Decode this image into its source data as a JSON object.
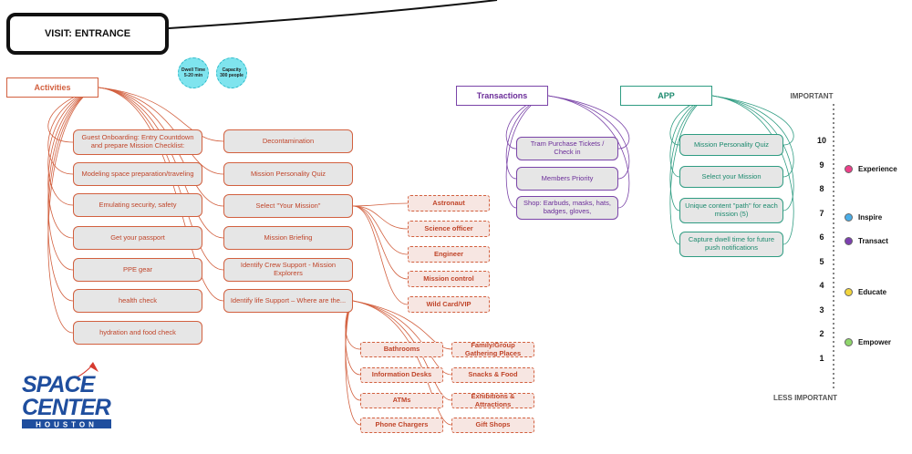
{
  "header": {
    "title": "VISIT: ENTRANCE"
  },
  "bubbles": {
    "dwell": {
      "label": "Dwell Time",
      "value": "5-20 min"
    },
    "capacity": {
      "label": "Capacity",
      "value": "300 people"
    }
  },
  "categories": {
    "activities": "Activities",
    "transactions": "Transactions",
    "app": "APP"
  },
  "activities_left": [
    "Guest Onboarding: Entry Countdown and prepare Mission Checklist:",
    "Modeling space preparation/traveling",
    "Emulating security, safety",
    "Get your passport",
    "PPE gear",
    "health check",
    "hydration and food check"
  ],
  "activities_right": [
    "Decontamination",
    "Mission Personality Quiz",
    "Select \"Your Mission\"",
    "Mission Briefing",
    "Identify Crew Support - Mission Explorers",
    "Identify life Support – Where are the..."
  ],
  "missions": [
    "Astronaut",
    "Science officer",
    "Engineer",
    "Mission control",
    "Wild Card/VIP"
  ],
  "life_support_left": [
    "Bathrooms",
    "Information Desks",
    "ATMs",
    "Phone Chargers"
  ],
  "life_support_right": [
    "Family/Group Gathering Places",
    "Snacks & Food",
    "Exhibitions & Attractions",
    "Gift Shops"
  ],
  "transactions": [
    "Tram Purchase Tickets / Check in",
    "Members Priority",
    "Shop: Earbuds, masks, hats, badges, gloves,"
  ],
  "app_items": [
    "Mission Personality Quiz",
    "Select your Mission",
    "Unique content \"path\" for each mission (5)",
    "Capture dwell time for future push notifications"
  ],
  "scale": {
    "top": "IMPORTANT",
    "bottom": "LESS IMPORTANT",
    "numbers": [
      "10",
      "9",
      "8",
      "7",
      "6",
      "5",
      "4",
      "3",
      "2",
      "1"
    ]
  },
  "legend": [
    {
      "label": "Experience",
      "color": "#ee3f8a"
    },
    {
      "label": "Inspire",
      "color": "#4aaee8"
    },
    {
      "label": "Transact",
      "color": "#7c3fb0"
    },
    {
      "label": "Educate",
      "color": "#f2d53c"
    },
    {
      "label": "Empower",
      "color": "#8fd66b"
    }
  ],
  "logo": {
    "line1": "SPACE",
    "line2": "CENTER",
    "line3": "HOUSTON"
  },
  "colors": {
    "activities": "#d2603f",
    "transactions": "#7a44a8",
    "app": "#2f9c82"
  }
}
